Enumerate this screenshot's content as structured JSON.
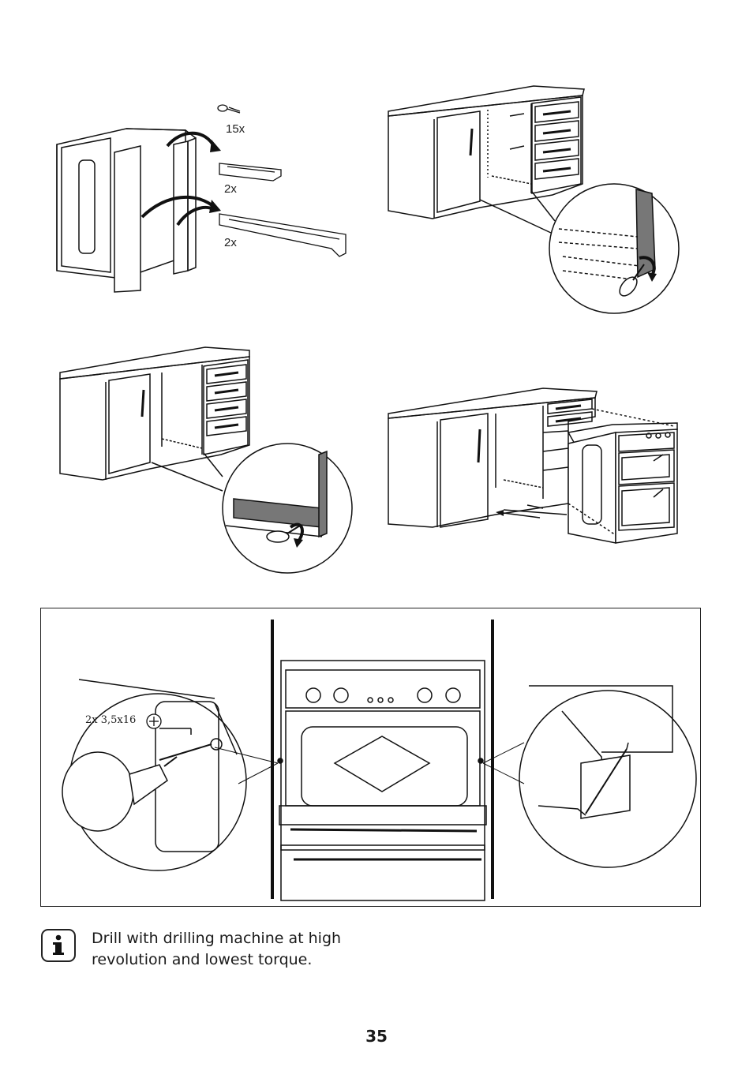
{
  "figure1": {
    "qty_screws": "15x",
    "qty_bracket_short": "2x",
    "qty_rail_long": "2x"
  },
  "detail": {
    "screw_spec": "2x 3,5x16"
  },
  "note": {
    "icon": "info-icon",
    "text": "Drill with drilling machine at high revolution and lowest torque."
  },
  "page": {
    "number": "35"
  }
}
